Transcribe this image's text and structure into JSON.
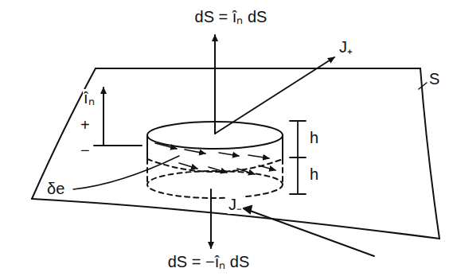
{
  "diagram": {
    "labels": [
      "dS = îₙ dS",
      "J₊",
      "S",
      "îₙ",
      "+",
      "−",
      "h",
      "h",
      "δe",
      "J₋",
      "dS = −îₙ dS"
    ]
  }
}
